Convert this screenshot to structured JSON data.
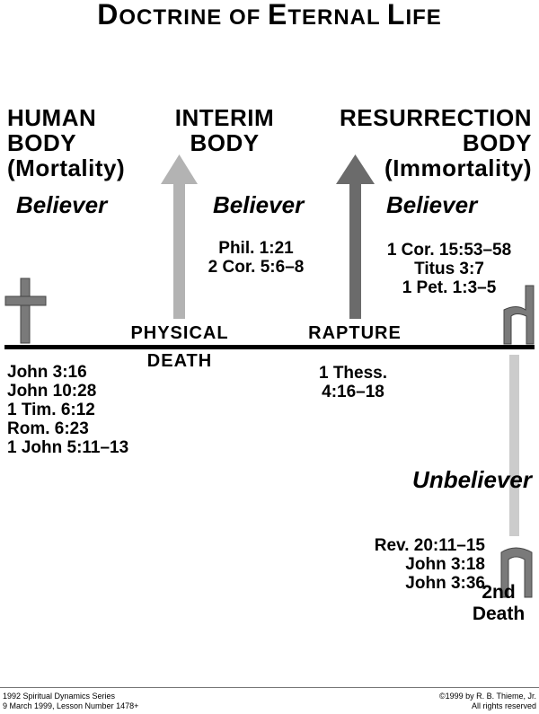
{
  "title": {
    "first": "D",
    "rest1": "OCTRINE OF ",
    "e": "E",
    "rest2": "TERNAL ",
    "l": "L",
    "rest3": "IFE"
  },
  "headings": {
    "human": [
      "HUMAN",
      "BODY",
      "(Mortality)"
    ],
    "interim": [
      "INTERIM",
      "BODY"
    ],
    "resurrection": [
      "RESURRECTION",
      "BODY",
      "(Immortality)"
    ]
  },
  "believer_label": "Believer",
  "unbeliever_label": "Unbeliever",
  "refs": {
    "interim": [
      "Phil. 1:21",
      "2 Cor. 5:6–8"
    ],
    "resurrection": [
      "1 Cor. 15:53–58",
      "Titus 3:7",
      "1 Pet. 1:3–5"
    ],
    "human": [
      "John 3:16",
      "John 10:28",
      "1 Tim. 6:12",
      "Rom. 6:23",
      "1 John 5:11–13"
    ],
    "rapture": [
      "1 Thess.",
      "4:16–18"
    ],
    "unbeliever": [
      "Rev. 20:11–15",
      "John 3:18",
      "John 3:36"
    ]
  },
  "events": {
    "physical": "PHYSICAL",
    "death": "DEATH",
    "rapture": "RAPTURE",
    "second_death": [
      "2nd",
      "Death"
    ]
  },
  "footer": {
    "left": [
      "1992 Spiritual Dynamics Series",
      "9 March 1999, Lesson Number 1478+"
    ],
    "right": [
      "©1999 by R. B. Thieme, Jr.",
      "All rights reserved"
    ]
  },
  "colors": {
    "light_arrow": "#b3b3b3",
    "dark_arrow": "#6b6b6b",
    "cross": "#7a7a7a",
    "unbeliever_line": "#cccccc"
  }
}
